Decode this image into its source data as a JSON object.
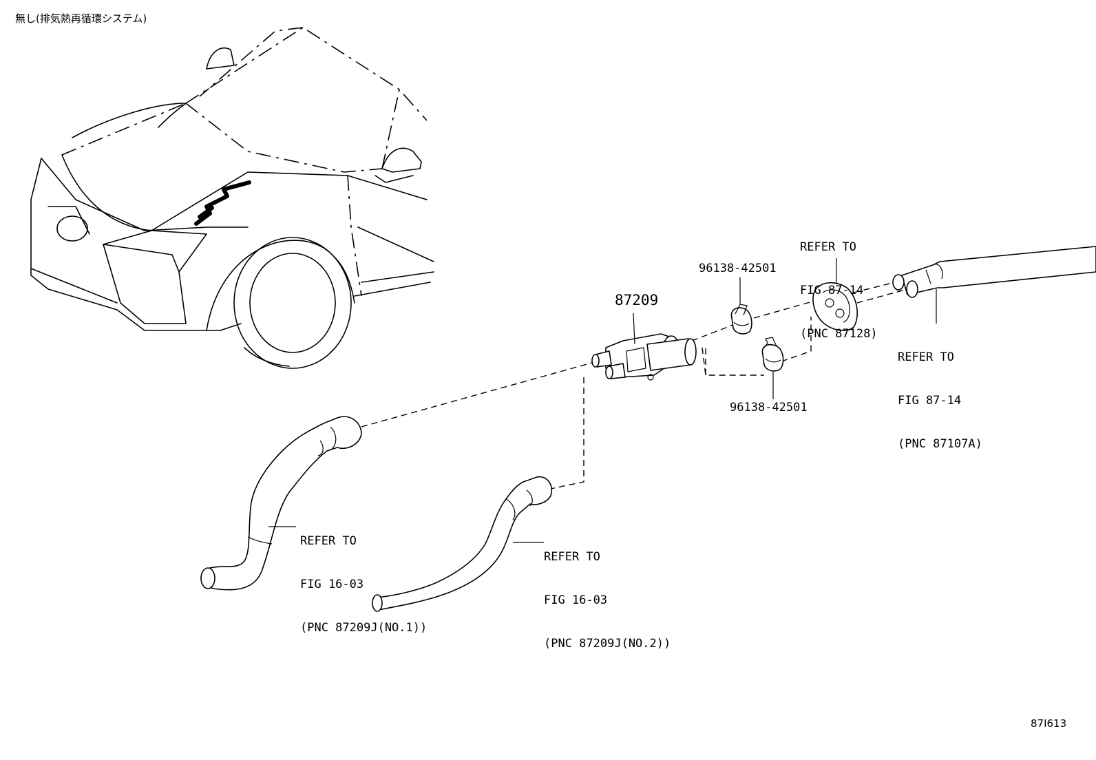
{
  "header": {
    "condition_text": "無し(排気熱再循環システム)"
  },
  "figure_code": "87I613",
  "callouts": {
    "main_part": "87209",
    "clamp_upper": "96138-42501",
    "clamp_lower": "96138-42501"
  },
  "refs": {
    "grommet": [
      "REFER TO",
      "FIG 87-14",
      "(PNC 87128)"
    ],
    "pipe": [
      "REFER TO",
      "FIG 87-14",
      "(PNC 87107A)"
    ],
    "hose1": [
      "REFER TO",
      "FIG 16-03",
      "(PNC 87209J(NO.1))"
    ],
    "hose2": [
      "REFER TO",
      "FIG 16-03",
      "(PNC 87209J(NO.2))"
    ]
  }
}
